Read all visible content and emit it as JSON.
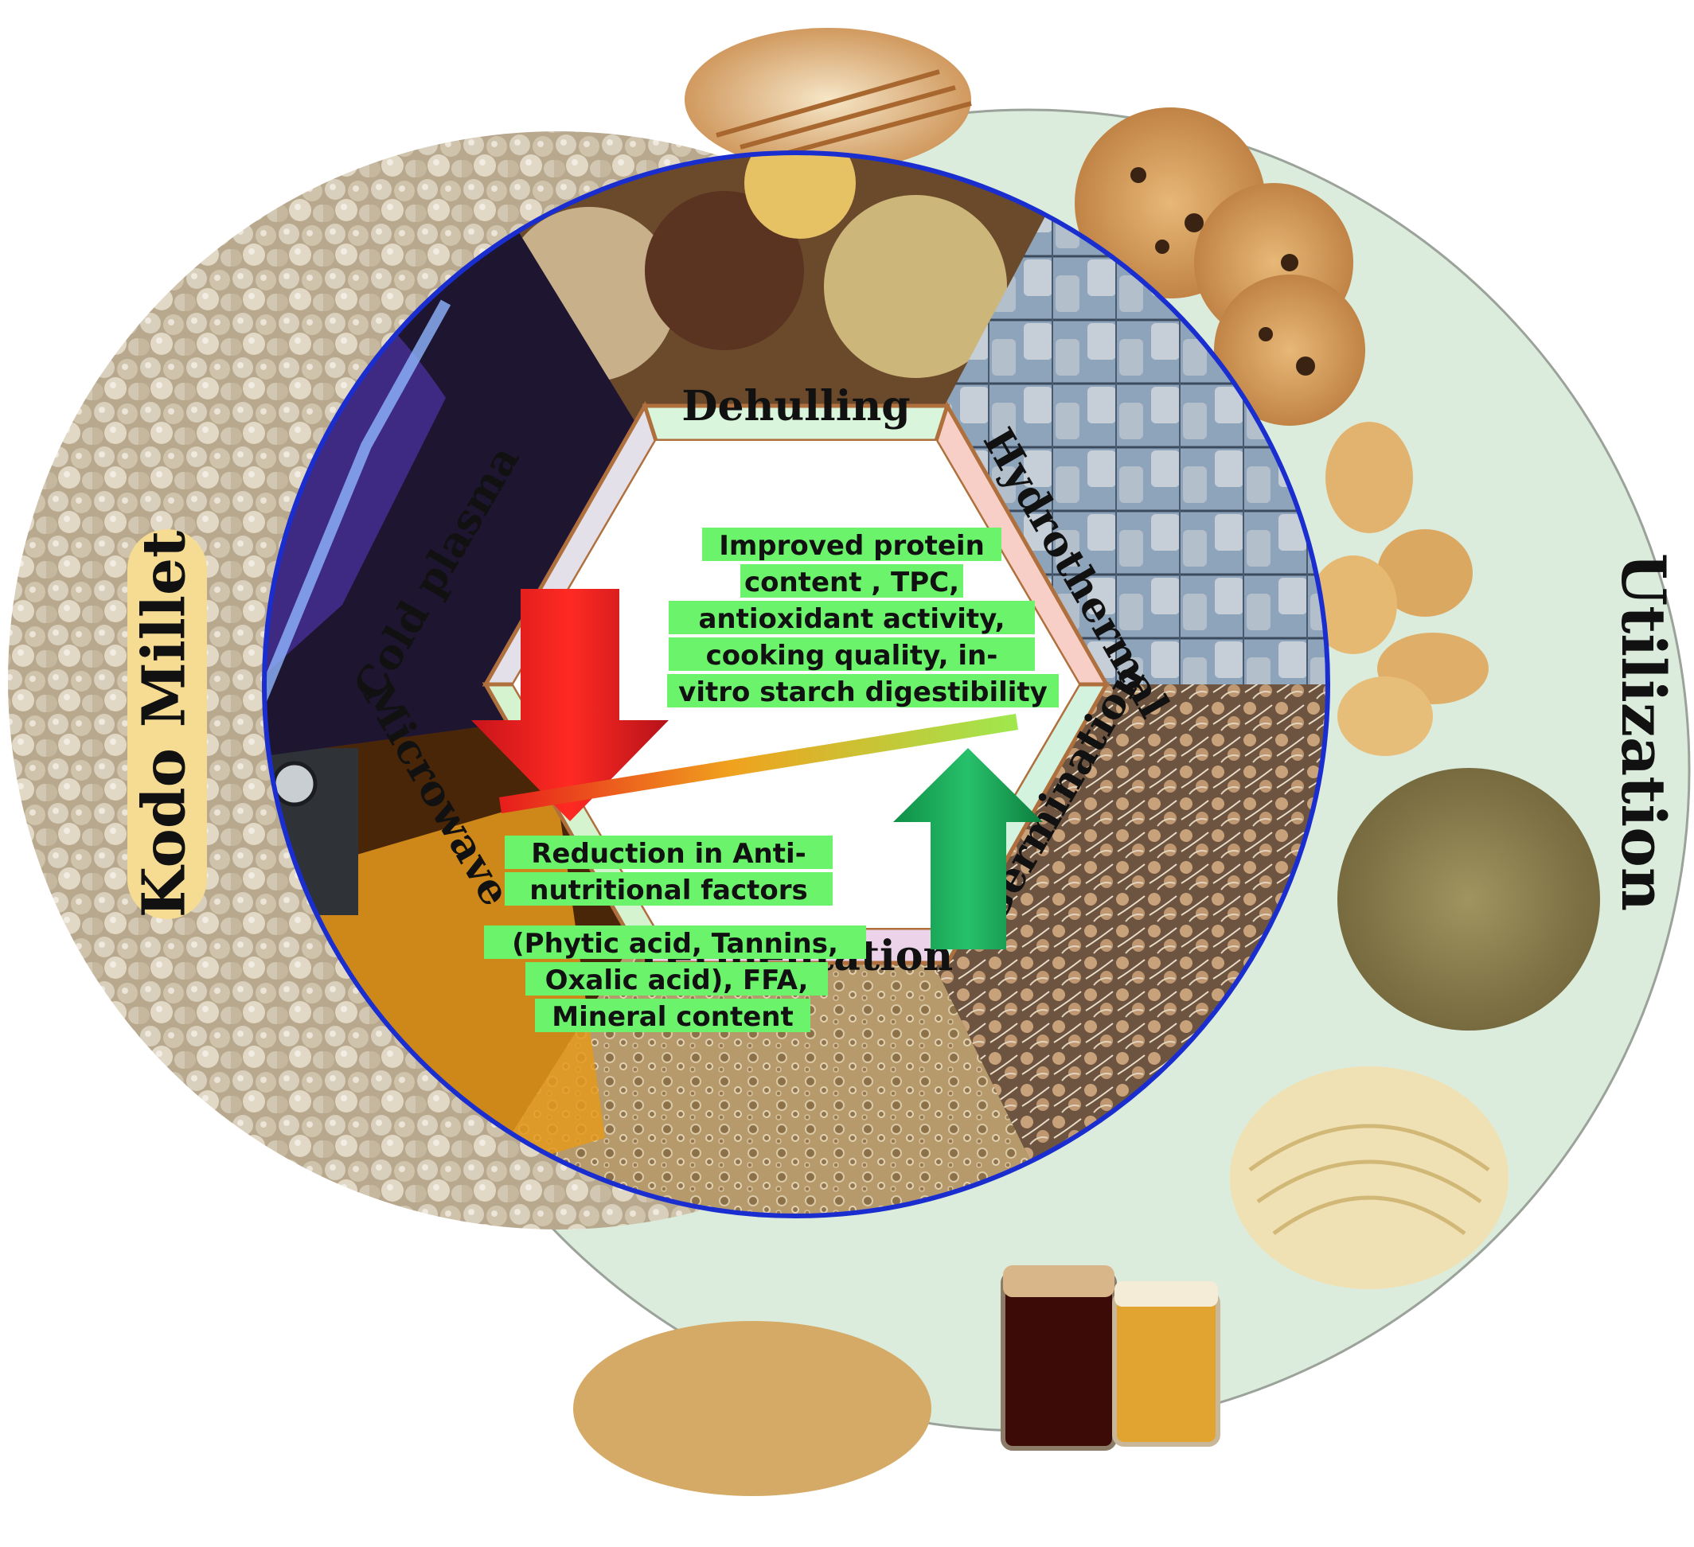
{
  "title_left": "Kodo Millet",
  "title_right": "Utilization",
  "processes": [
    {
      "label": "Dehulling",
      "fill": "#d9f5dc"
    },
    {
      "label": "Hydrothermal",
      "fill": "#f7cfc6"
    },
    {
      "label": "Germination",
      "fill": "#d3f3df"
    },
    {
      "label": "Fermentation",
      "fill": "#ecd3ea"
    },
    {
      "label": "Microwave",
      "fill": "#d6f3cf"
    },
    {
      "label": "Cold plasma",
      "fill": "#e4e0ea"
    }
  ],
  "effects": {
    "improved_lines": [
      "Improved protein",
      "content , TPC,",
      "antioxidant activity,",
      "cooking quality, in-",
      "vitro starch digestibility"
    ],
    "reduced_lines": [
      "Reduction in Anti-",
      "nutritional factors"
    ],
    "reduced_detail_lines": [
      "(Phytic acid, Tannins,",
      "Oxalic acid), FFA,",
      "Mineral content"
    ],
    "highlight_color": "#6cf36c",
    "arrow_down_color": "#e8201e",
    "arrow_up_color": "#1fa855"
  },
  "colors": {
    "outer_circle": "#dcecdc",
    "blue_ring": "#1a2ed0",
    "hexagon_border": "#b0703e",
    "kodo_label_bg": "#f6dc93"
  },
  "image_icons": [
    "bread-image",
    "cookies-image",
    "puffs-image",
    "porridge-image",
    "noodles-image",
    "beer-image",
    "flakes-image",
    "grain-bowls-image",
    "plant-machinery-image",
    "sprouts-image",
    "foam-image",
    "microwave-oven-image",
    "plasma-jet-image",
    "millet-grains-image"
  ]
}
